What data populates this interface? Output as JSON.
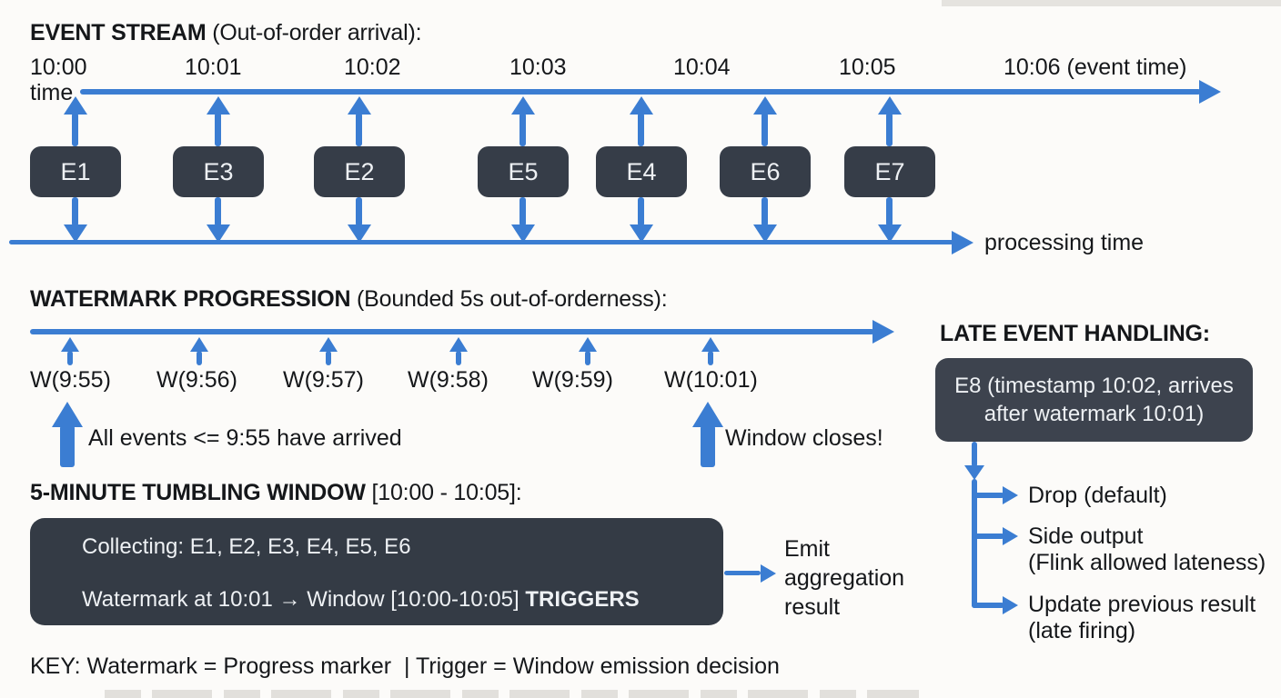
{
  "colors": {
    "accent_blue": "#3b7dd2",
    "dark_box": "#363d48",
    "box_text": "#eef1f4",
    "text": "#15171a",
    "background": "#fcfbf9"
  },
  "event_stream": {
    "title_bold": "EVENT STREAM",
    "title_rest": " (Out-of-order arrival):",
    "time_axis_label": "time",
    "ticks": [
      "10:00",
      "10:01",
      "10:02",
      "10:03",
      "10:04",
      "10:05",
      "10:06 (event time)"
    ],
    "events": [
      "E1",
      "E3",
      "E2",
      "E5",
      "E4",
      "E6",
      "E7"
    ],
    "processing_axis_label": "processing time"
  },
  "watermark": {
    "title_bold": "WATERMARK PROGRESSION",
    "title_rest": " (Bounded 5s out-of-orderness):",
    "marks": [
      "W(9:55)",
      "W(9:56)",
      "W(9:57)",
      "W(9:58)",
      "W(9:59)",
      "W(10:01)"
    ],
    "annotation_left": "All events <= 9:55 have arrived",
    "annotation_right": "Window closes!"
  },
  "window": {
    "title_bold": "5-MINUTE TUMBLING WINDOW",
    "title_rest": " [10:00 - 10:05]:",
    "line1": "Collecting: E1, E2, E3, E4, E5, E6",
    "line2_prefix": "Watermark at 10:01 → Window [10:00-10:05] ",
    "line2_bold": "TRIGGERS",
    "emit_label": "Emit aggregation result"
  },
  "late_handling": {
    "title": "LATE EVENT HANDLING:",
    "e8_line1": "E8 (timestamp 10:02, arrives",
    "e8_line2": "after watermark 10:01)",
    "options": [
      {
        "line1": "Drop (default)",
        "line2": ""
      },
      {
        "line1": "Side output",
        "line2": "(Flink allowed lateness)"
      },
      {
        "line1": "Update previous result",
        "line2": "(late firing)"
      }
    ]
  },
  "key_line": "KEY: Watermark = Progress marker  | Trigger = Window emission decision"
}
